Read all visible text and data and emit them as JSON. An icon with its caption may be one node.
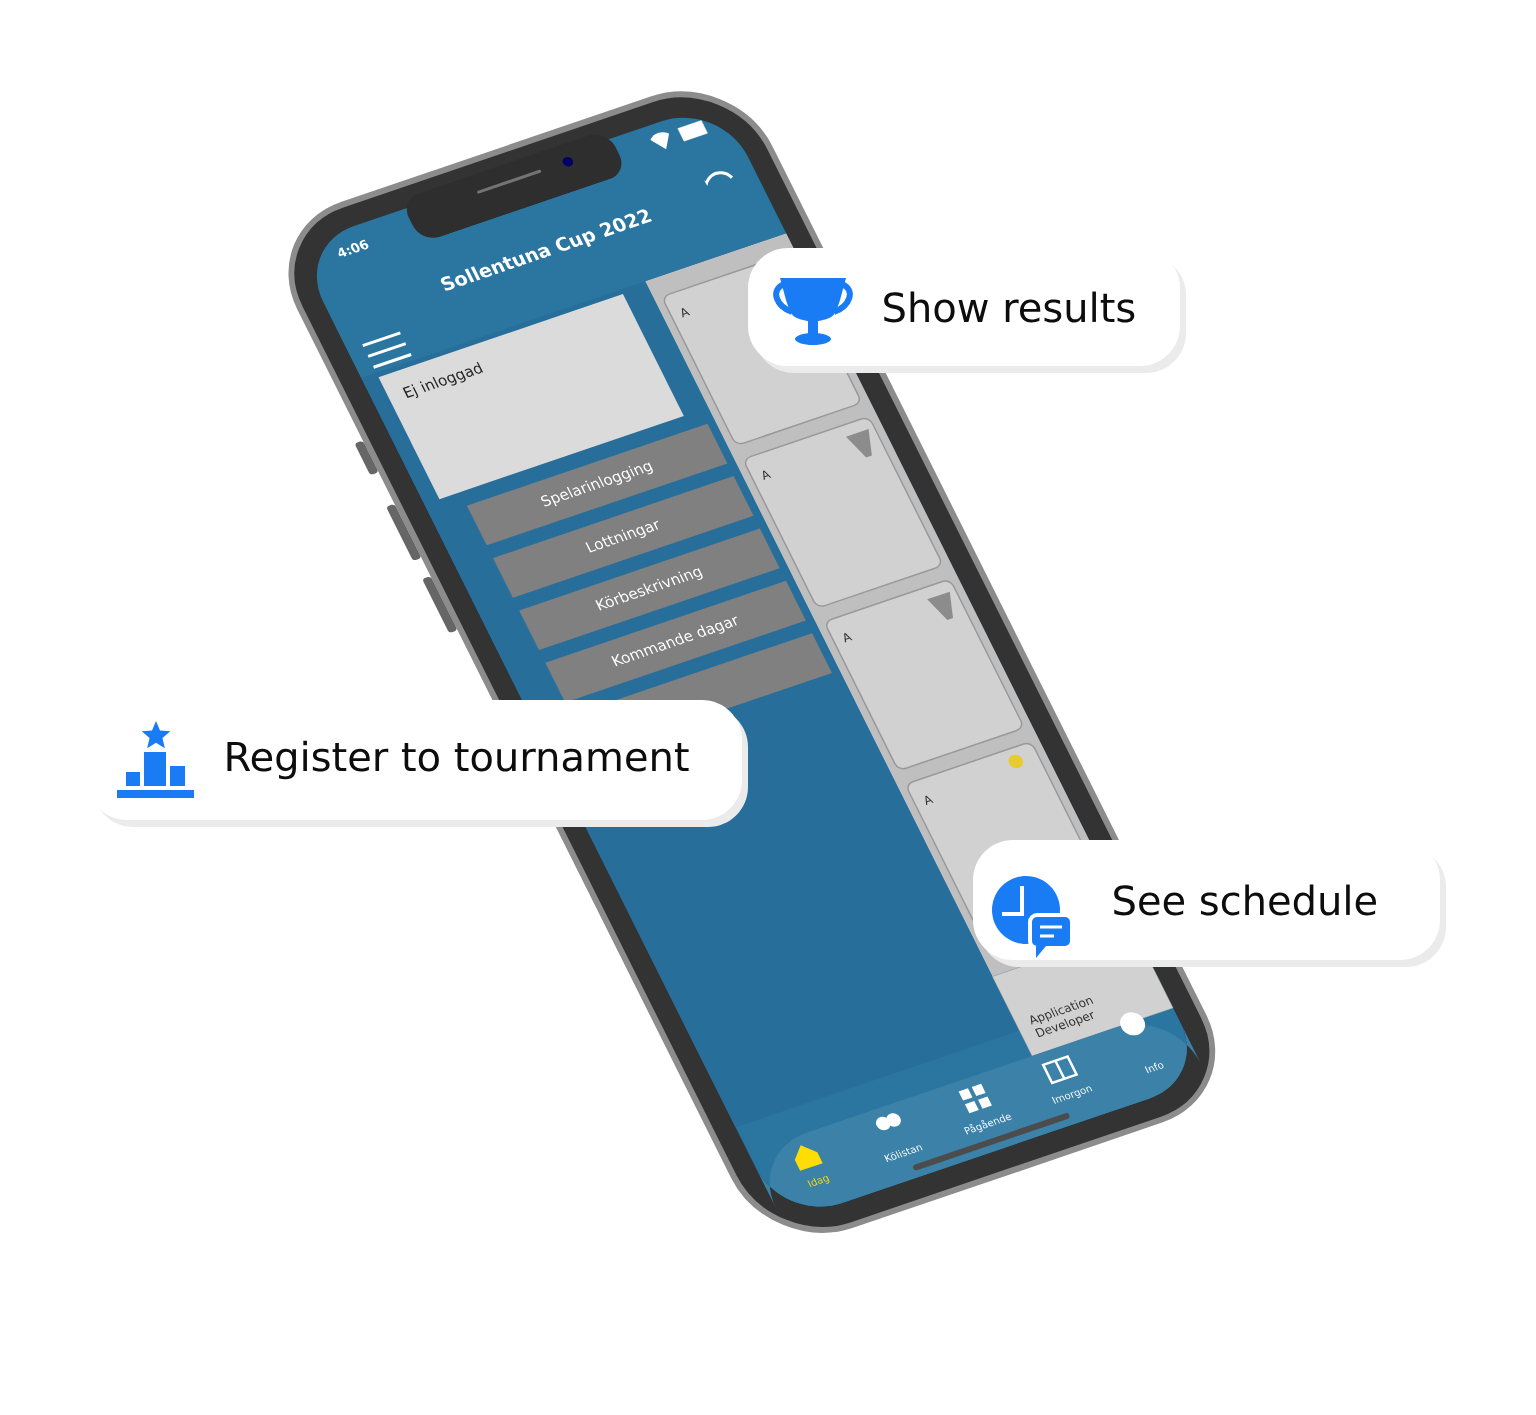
{
  "diagram": {
    "nodes": [
      {
        "text": [
          "Ej inloggad"
        ]
      },
      {
        "text": [
          "Spelarinlogging"
        ]
      },
      {
        "text": [
          "Lottningar"
        ]
      },
      {
        "text": [
          "Körbeskrivning"
        ]
      },
      {
        "text": [
          "Kommande dagar"
        ]
      },
      {
        "text": [],
        "shape": "box"
      },
      {
        "text": [
          "Show results"
        ]
      },
      {
        "text": [
          "Register to tournament"
        ]
      },
      {
        "text": [
          "See schedule"
        ]
      }
    ],
    "labels": [
      "4:06",
      "Sollentuna Cup 2022",
      "A",
      "A",
      "A",
      "A",
      "Application Developer",
      "Idag",
      "Kölistan",
      "Pågående",
      "Imorgon",
      "Info"
    ]
  }
}
